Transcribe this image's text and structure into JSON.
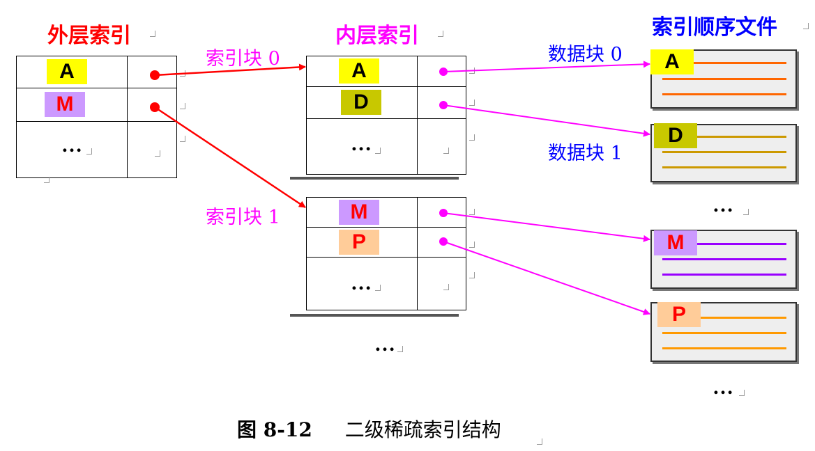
{
  "titles": {
    "outer": "外层索引",
    "inner": "内层索引",
    "file": "索引顺序文件"
  },
  "labels": {
    "index_block_0": "索引块 0",
    "index_block_1": "索引块 1",
    "data_block_0": "数据块 0",
    "data_block_1": "数据块 1"
  },
  "outer_keys": [
    "A",
    "M"
  ],
  "inner_keys": [
    "A",
    "D",
    "M",
    "P"
  ],
  "data_keys": [
    "A",
    "D",
    "M",
    "P"
  ],
  "ellipsis": "…",
  "caption": {
    "figure": "图 8-12",
    "text": "二级稀疏索引结构"
  },
  "colors": {
    "outer_title": "#ff0000",
    "inner_title": "#ff00ff",
    "file_title": "#0000ff",
    "outer_arrow": "#ff0000",
    "inner_arrow": "#ff00ff",
    "data_label": "#0000ff",
    "key_A_bg": "#ffff00",
    "key_D_bg": "#c8c800",
    "key_M_bg": "#cc99ff",
    "key_P_bg": "#ffcc99",
    "stripe_A": "#ff6600",
    "stripe_D": "#cc9900",
    "stripe_M": "#9900ff",
    "stripe_P": "#ff9900"
  }
}
